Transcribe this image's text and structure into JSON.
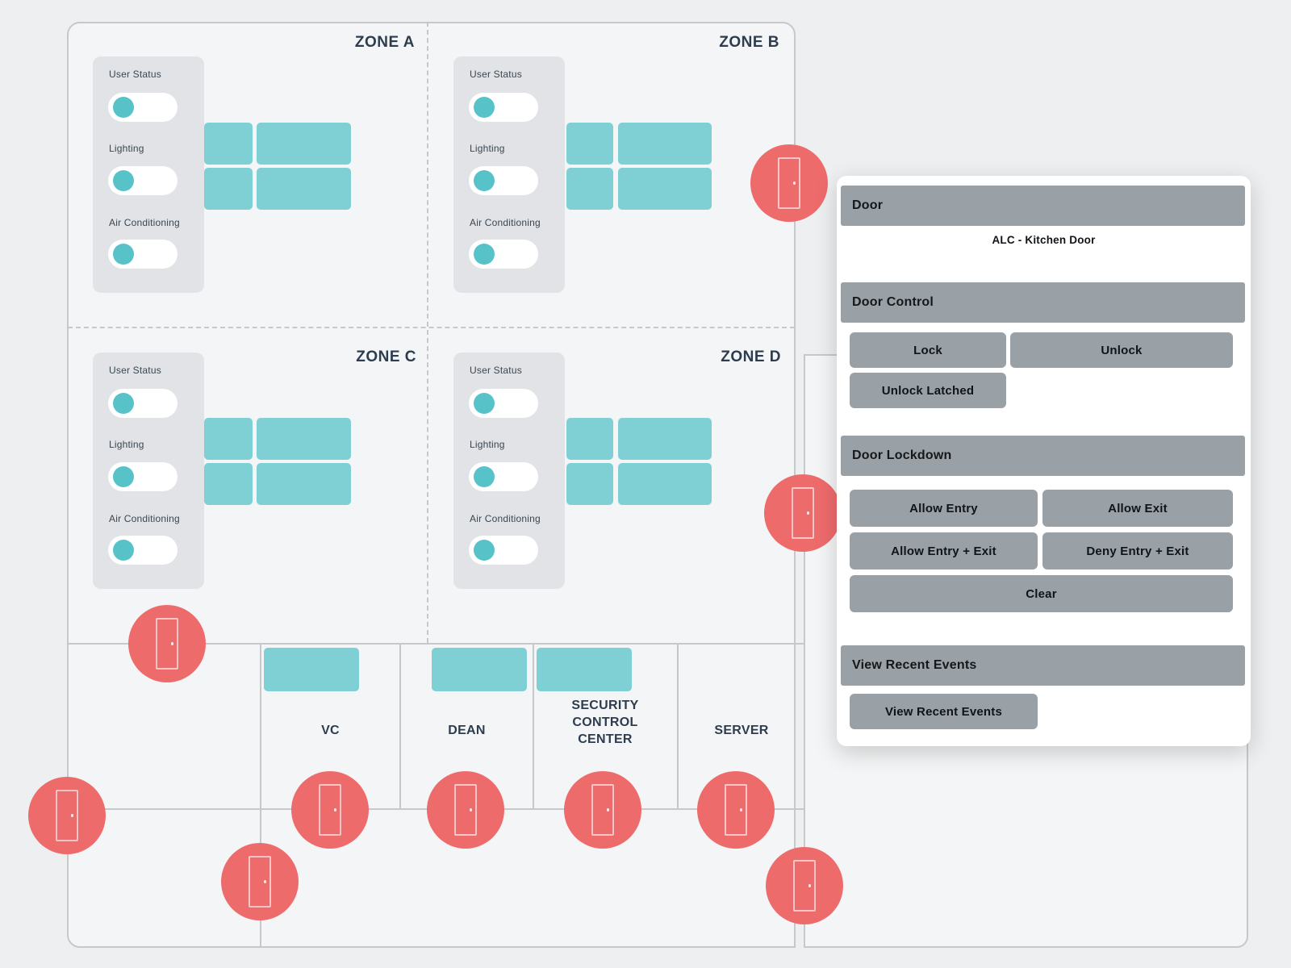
{
  "colors": {
    "page_bg": "#edeff0",
    "floor_fill": "#f4f5f6",
    "wall_gray": "#c6c9cc",
    "panel_gray": "#e1e3e6",
    "toggle_teal": "#57c3c9",
    "light_teal": "#7ed0d4",
    "door_red": "#ee6b6c",
    "bar_gray": "#9aa1a6",
    "label_navy": "#2d3c4e"
  },
  "zones": [
    {
      "label": "ZONE A",
      "toggles": [
        {
          "label": "User Status",
          "state": "on"
        },
        {
          "label": "Lighting",
          "state": "on"
        },
        {
          "label": "Air Conditioning",
          "state": "on"
        }
      ]
    },
    {
      "label": "ZONE B",
      "toggles": [
        {
          "label": "User Status",
          "state": "on"
        },
        {
          "label": "Lighting",
          "state": "on"
        },
        {
          "label": "Air Conditioning",
          "state": "on"
        }
      ]
    },
    {
      "label": "ZONE C",
      "toggles": [
        {
          "label": "User Status",
          "state": "on"
        },
        {
          "label": "Lighting",
          "state": "on"
        },
        {
          "label": "Air Conditioning",
          "state": "on"
        }
      ]
    },
    {
      "label": "ZONE D",
      "toggles": [
        {
          "label": "User Status",
          "state": "on"
        },
        {
          "label": "Lighting",
          "state": "on"
        },
        {
          "label": "Air Conditioning",
          "state": "on"
        }
      ]
    }
  ],
  "rooms": [
    {
      "label": "VC"
    },
    {
      "label": "DEAN"
    },
    {
      "label": "SECURITY CONTROL CENTER"
    },
    {
      "label": "SERVER"
    }
  ],
  "popup": {
    "door_header": "Door",
    "door_name": "ALC - Kitchen Door",
    "door_control_header": "Door Control",
    "door_control_buttons": [
      "Lock",
      "Unlock",
      "Unlock Latched"
    ],
    "lockdown_header": "Door Lockdown",
    "lockdown_buttons": [
      "Allow Entry",
      "Allow Exit",
      "Allow Entry + Exit",
      "Deny Entry + Exit",
      "Clear"
    ],
    "events_header": "View Recent Events",
    "events_button": "View Recent Events"
  }
}
